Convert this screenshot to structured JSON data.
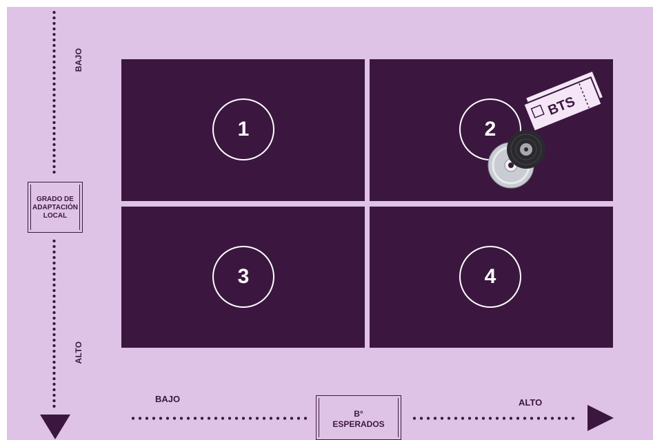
{
  "quadrants": [
    {
      "number": "1"
    },
    {
      "number": "2"
    },
    {
      "number": "3"
    },
    {
      "number": "4"
    }
  ],
  "y_axis": {
    "title_line1": "GRADO DE",
    "title_line2": "ADAPTACIÓN",
    "title_line3": "LOCAL",
    "top_label": "BAJO",
    "bottom_label": "ALTO"
  },
  "x_axis": {
    "title_line1": "B°",
    "title_line2": "ESPERADOS",
    "left_label": "BAJO",
    "right_label": "ALTO"
  },
  "decoration": {
    "ticket_text": "BTS"
  },
  "colors": {
    "background": "#dfc3e6",
    "quadrant": "#3b1740",
    "circle": "#ffffff"
  }
}
